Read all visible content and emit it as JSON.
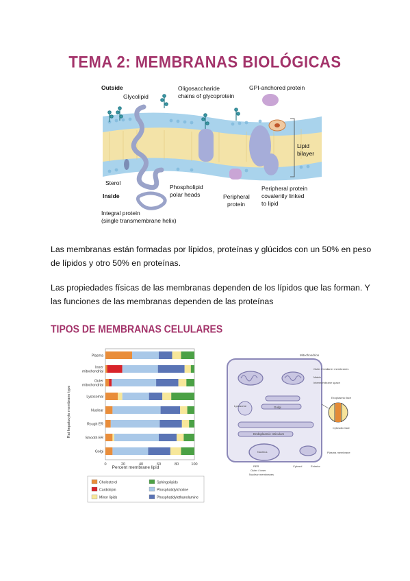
{
  "page": {
    "title": "TEMA 2: MEMBRANAS BIOLÓGICAS",
    "paragraph1": "Las membranas están formadas por lípidos, proteínas y glúcidos con un 50% en peso de lípidos y otro 50% en proteínas.",
    "paragraph2": "Las propiedades físicas de las membranas dependen de los lípidos que las forman. Y las funciones de las membranas dependen de las proteínas",
    "section_heading": "TIPOS DE MEMBRANAS CELULARES"
  },
  "membrane_figure": {
    "outside": "Outside",
    "inside": "Inside",
    "glycolipid": "Glycolipid",
    "oligosaccharide_1": "Oligosaccharide",
    "oligosaccharide_2": "chains of glycoprotein",
    "gpi": "GPI-anchored protein",
    "lipid_1": "Lipid",
    "lipid_2": "bilayer",
    "sterol": "Sterol",
    "phospholipid_1": "Phospholipid",
    "phospholipid_2": "polar heads",
    "peripheral_1": "Peripheral",
    "peripheral_2": "protein",
    "pcov_1": "Peripheral protein",
    "pcov_2": "covalently linked",
    "pcov_3": "to lipid",
    "integral_1": "Integral protein",
    "integral_2": "(single transmembrane helix)",
    "colors": {
      "heads": "#a9d3ec",
      "tails": "#f3e3a8",
      "protein": "#a6add9",
      "peripheral": "#c9a5d5"
    }
  },
  "chart_data": {
    "type": "bar",
    "orientation": "horizontal",
    "stacked": true,
    "categories": [
      "Plasma",
      "Inner mitochondrial",
      "Outer mitochondrial",
      "Lysosomal",
      "Nuclear",
      "Rough ER",
      "Smooth ER",
      "Golgi"
    ],
    "category_labels": [
      "Plasma",
      "Inner",
      "mitochondrial",
      "Outer",
      "mitochondrial",
      "Lysosomal",
      "Nuclear",
      "Rough ER",
      "Smooth ER",
      "Golgi"
    ],
    "xlabel": "Percent membrane lipid",
    "ylabel": "Rat hepatocyte membrane type",
    "xlim": [
      0,
      100
    ],
    "xticks": [
      "0",
      "20",
      "40",
      "60",
      "80",
      "100"
    ],
    "series": [
      {
        "name": "Cholesterol",
        "color": "#e98d3a",
        "values": [
          30,
          2,
          4,
          14,
          8,
          6,
          8,
          8
        ]
      },
      {
        "name": "Cardiolipin",
        "color": "#d8232a",
        "values": [
          0,
          17,
          3,
          0,
          0,
          0,
          0,
          0
        ]
      },
      {
        "name": "Minor lipids",
        "color": "#f7e79a",
        "values": [
          0,
          0,
          0,
          5,
          0,
          0,
          2,
          0
        ]
      },
      {
        "name": "Phosphatidylcholine",
        "color": "#a9c8e8",
        "values": [
          30,
          40,
          50,
          30,
          54,
          55,
          50,
          40
        ]
      },
      {
        "name": "Phosphatidylethanolamine",
        "color": "#5a74b5",
        "values": [
          15,
          30,
          25,
          15,
          22,
          25,
          20,
          25
        ]
      },
      {
        "name": "Minor lipids (2)",
        "color": "#f7e79a",
        "values": [
          10,
          7,
          9,
          10,
          8,
          8,
          8,
          12
        ]
      },
      {
        "name": "Sphingolipids",
        "color": "#4ba145",
        "values": [
          15,
          4,
          9,
          26,
          8,
          6,
          12,
          15
        ]
      }
    ],
    "legend": [
      {
        "name": "Cholesterol",
        "color": "#e98d3a"
      },
      {
        "name": "Sphingolipids",
        "color": "#4ba145"
      },
      {
        "name": "Cardiolipin",
        "color": "#d8232a"
      },
      {
        "name": "Phosphatidylcholine",
        "color": "#a9c8e8"
      },
      {
        "name": "Minor lipids",
        "color": "#f7e79a"
      },
      {
        "name": "Phosphatidylethanolamine",
        "color": "#5a74b5"
      }
    ]
  },
  "cell_diagram": {
    "mitochondrion": "Mitochondrion",
    "outer_inner": "Outer / Inner",
    "membranes": "Inner membranes",
    "matrix": "Matrix",
    "intermembrane": "Intermembrane space",
    "exoplasmic": "Exoplasmic face",
    "cytosolic": "Cytosolic face",
    "golgi": "Golgi",
    "lysosome": "Lysosome",
    "er": "Endoplasmic reticulum",
    "nucleus": "Nucleus",
    "cytosol": "Cytosol",
    "exterior": "Exterior",
    "plasma": "Plasma membrane",
    "rer": "RER",
    "nuclear_membranes": "Nuclear membranes",
    "outer_inner2": "Outer / Inner"
  }
}
